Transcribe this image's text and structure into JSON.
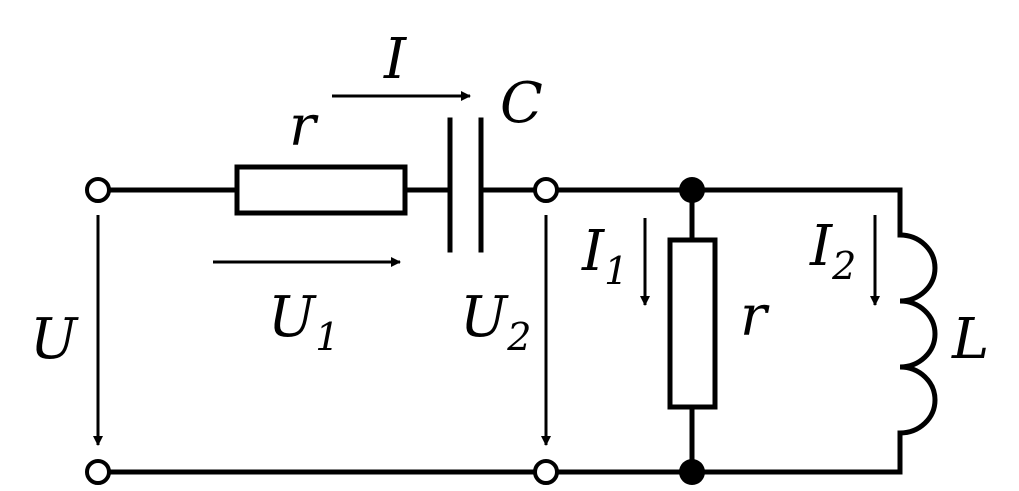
{
  "labels": {
    "current_main": "I",
    "capacitor": "C",
    "resistor_series": "r",
    "voltage_input": "U",
    "voltage_1_base": "U",
    "voltage_1_sub": "1",
    "voltage_2_base": "U",
    "voltage_2_sub": "2",
    "current_1_base": "I",
    "current_1_sub": "1",
    "current_2_base": "I",
    "current_2_sub": "2",
    "resistor_shunt": "r",
    "inductor": "L"
  }
}
